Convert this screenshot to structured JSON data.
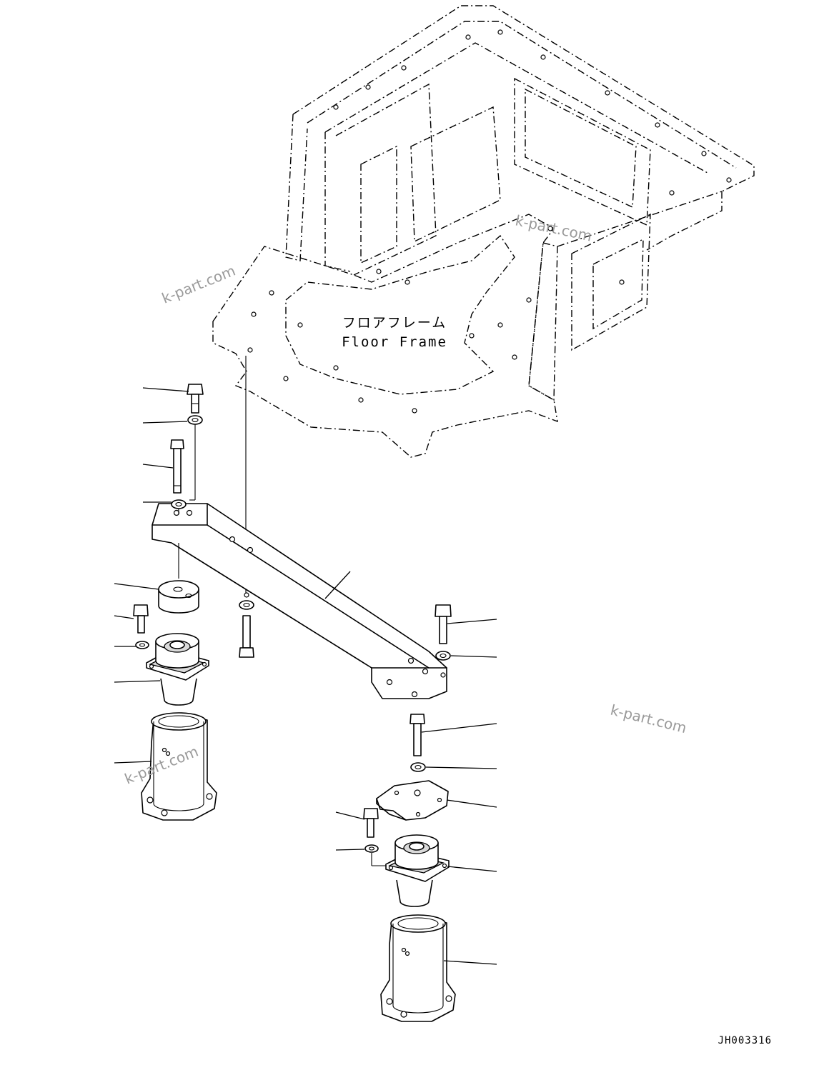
{
  "frame_label": {
    "jp": "フロアフレーム",
    "en": "Floor Frame"
  },
  "watermarks": [
    "k-part.com",
    "k-part.com",
    "k-part.com",
    "k-part.com"
  ],
  "drawing_code": "JH003316"
}
